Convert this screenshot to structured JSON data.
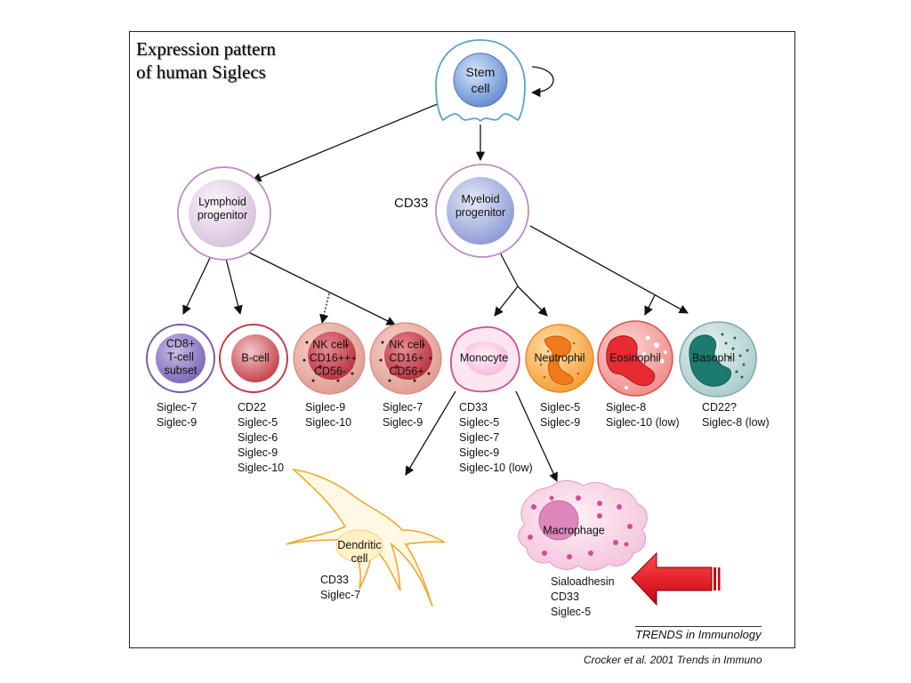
{
  "title": {
    "line1": "Expression pattern",
    "line2": "of human Siglecs"
  },
  "cells": {
    "stem": {
      "line1": "Stem",
      "line2": "cell"
    },
    "lymphoid": {
      "line1": "Lymphoid",
      "line2": "progenitor"
    },
    "myeloid": {
      "line1": "Myeloid",
      "line2": "progenitor"
    },
    "cd8": {
      "line1": "CD8+",
      "line2": "T-cell",
      "line3": "subset"
    },
    "bcell": {
      "line1": "B-cell"
    },
    "nk1": {
      "line1": "NK cell",
      "line2": "CD16++",
      "line3": "CD56-"
    },
    "nk2": {
      "line1": "NK cell",
      "line2": "CD16+",
      "line3": "CD56+"
    },
    "monocyte": {
      "line1": "Monocyte"
    },
    "neutrophil": {
      "line1": "Neutrophil"
    },
    "eosinophil": {
      "line1": "Eosinophil"
    },
    "basophil": {
      "line1": "Basophil"
    },
    "macrophage": {
      "line1": "Macrophage"
    },
    "dendritic": {
      "line1": "Dendritic",
      "line2": "cell"
    }
  },
  "myeloid_marker": "CD33",
  "expression": {
    "cd8": [
      "Siglec-7",
      "Siglec-9"
    ],
    "bcell": [
      "CD22",
      "Siglec-5",
      "Siglec-6",
      "Siglec-9",
      "Siglec-10"
    ],
    "nk1": [
      "Siglec-9",
      "Siglec-10"
    ],
    "nk2": [
      "Siglec-7",
      "Siglec-9"
    ],
    "monocyte": [
      "CD33",
      "Siglec-5",
      "Siglec-7",
      "Siglec-9",
      "Siglec-10 (low)"
    ],
    "neutrophil": [
      "Siglec-5",
      "Siglec-9"
    ],
    "eosinophil": [
      "Siglec-8",
      "Siglec-10 (low)"
    ],
    "basophil": [
      "CD22?",
      "Siglec-8 (low)"
    ],
    "dendritic": [
      "CD33",
      "Siglec-7"
    ],
    "macrophage": [
      "Sialoadhesin",
      "CD33",
      "Siglec-5"
    ]
  },
  "source": "TRENDS in Immunology",
  "citation": "Crocker et al. 2001 Trends in Immuno",
  "colors": {
    "arrow_highlight": "#e8000f",
    "stem_nucleus": "#6d95d6",
    "lymphoid_nucleus": "#d9c2df",
    "myeloid_nucleus": "#8d9ad6",
    "nk_nucleus": "#c93a48",
    "neutrophil": "#f7a43a",
    "eosinophil": "#ef4a4f",
    "basophil": "#1f7b72",
    "macrophage": "#f2c2dd",
    "dendritic_outline": "#f3b23c"
  }
}
